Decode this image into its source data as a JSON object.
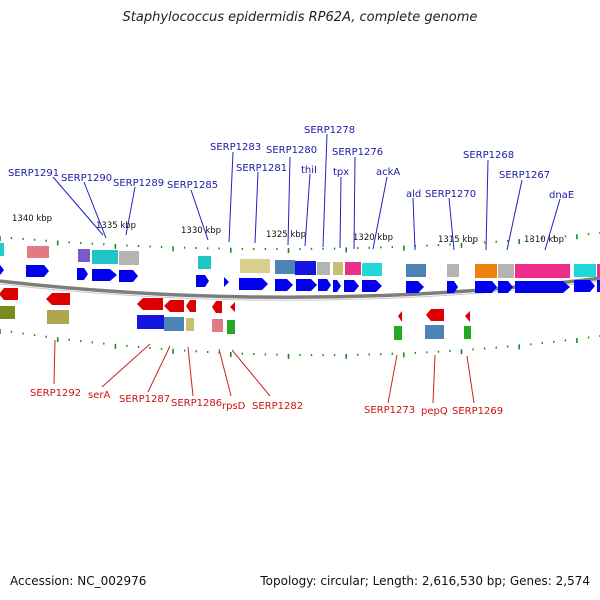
{
  "title": "Staphylococcus epidermidis RP62A, complete genome",
  "footer": {
    "accession": "Accession: NC_002976",
    "summary": "Topology: circular; Length: 2,616,530 bp; Genes: 2,574"
  },
  "colors": {
    "top_label": "#1a1aa6",
    "bottom_label": "#cc1111",
    "backbone": "#7d7d7d",
    "cds_blue": "#0000ee",
    "gene_red": "#dd0000",
    "gene_green": "#22aa22"
  },
  "kbp_ticks": [
    "1340 kbp",
    "1335 kbp",
    "1330 kbp",
    "1325 kbp",
    "1320 kbp",
    "1315 kbp",
    "1310 kbp"
  ],
  "top_labels": [
    "SERP1291",
    "SERP1290",
    "SERP1289",
    "SERP1285",
    "SERP1283",
    "SERP1281",
    "SERP1280",
    "thiI",
    "SERP1278",
    "tpx",
    "SERP1276",
    "ackA",
    "ald",
    "SERP1270",
    "SERP1268",
    "SERP1267",
    "dnaE"
  ],
  "bottom_labels": [
    "SERP1292",
    "serA",
    "SERP1287",
    "SERP1286",
    "rpsD",
    "SERP1282",
    "SERP1273",
    "pepQ",
    "SERP1269"
  ]
}
